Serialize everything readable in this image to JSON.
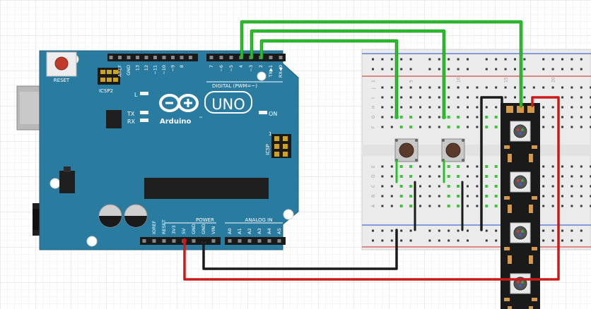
{
  "board": {
    "brand": "Arduino",
    "trademark": "™",
    "model": "UNO",
    "reset_label": "RESET",
    "icsp2_label": "ICSP2",
    "icsp_label": "ICSP",
    "icsp_pin_num": "1",
    "led_l": "L",
    "led_tx": "TX",
    "led_rx": "RX",
    "on_label": "ON",
    "digital_header": "DIGITAL (PWM=~)",
    "power_header": "POWER",
    "analog_header": "ANALOG IN",
    "top_pin_labels": [
      "AREF",
      "GND",
      "13",
      "12",
      "~11",
      "~10",
      "~9",
      "8",
      "7",
      "~6",
      "~5",
      "4",
      "~3",
      "2",
      "TX▶1",
      "RX◀0"
    ],
    "power_pin_labels": [
      "IOREF",
      "RESET",
      "3V3",
      "5V",
      "GND",
      "GND",
      "VIN"
    ],
    "analog_pin_labels": [
      "A0",
      "A1",
      "A2",
      "A3",
      "A4",
      "A5"
    ]
  },
  "breadboard": {
    "column_numbers": [
      "1",
      "5",
      "10",
      "15",
      "20"
    ],
    "row_letters_top": [
      "J",
      "I",
      "H",
      "G",
      "F"
    ],
    "row_letters_bottom": [
      "E",
      "D",
      "C",
      "B",
      "A"
    ]
  },
  "colors": {
    "board": "#2a7ba0",
    "board_dark": "#1f5f80",
    "wire_green": "#2ac02a",
    "wire_black": "#1a1a1a",
    "wire_red": "#cc1a1a",
    "breadboard": "#ebebeb",
    "rail_red": "#d24a4a",
    "rail_blue": "#4a6ad2",
    "led_strip": "#1a1a1a"
  },
  "components": [
    "usb-b-connector",
    "dc-power-jack",
    "push-button",
    "push-button",
    "ws2812-led-strip"
  ]
}
